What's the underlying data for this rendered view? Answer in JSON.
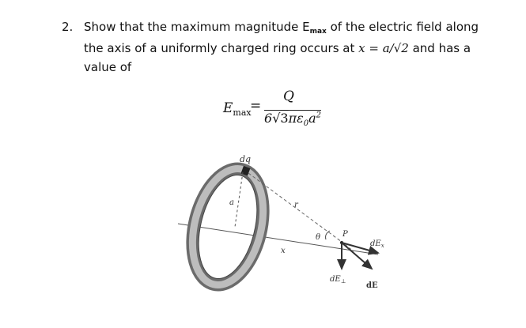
{
  "problem": {
    "number": "2.",
    "line1_a": "Show that the maximum magnitude E",
    "line1_sub": "max",
    "line1_b": " of the electric field along",
    "line2_a": "the axis of a uniformly charged ring occurs at ",
    "line2_math": "x = a/√2",
    "line2_b": " and has a",
    "line3": "value of"
  },
  "formula": {
    "lhs": "E",
    "lhs_sub": "max",
    "equals": "=",
    "numerator": "Q",
    "denominator_prefix": "6",
    "denominator_root": "3",
    "denominator_rest": "πε",
    "denominator_sub": "0",
    "denominator_var": "a",
    "denominator_exp": "2"
  },
  "figure": {
    "label_dq": "dq",
    "label_a": "a",
    "label_r": "r",
    "label_theta": "θ",
    "label_P": "P",
    "label_x": "x",
    "label_dEx": "dE",
    "label_dEx_sub": "x",
    "label_dEperp": "dE",
    "label_dEperp_sub": "⊥",
    "label_dE": "dE"
  }
}
